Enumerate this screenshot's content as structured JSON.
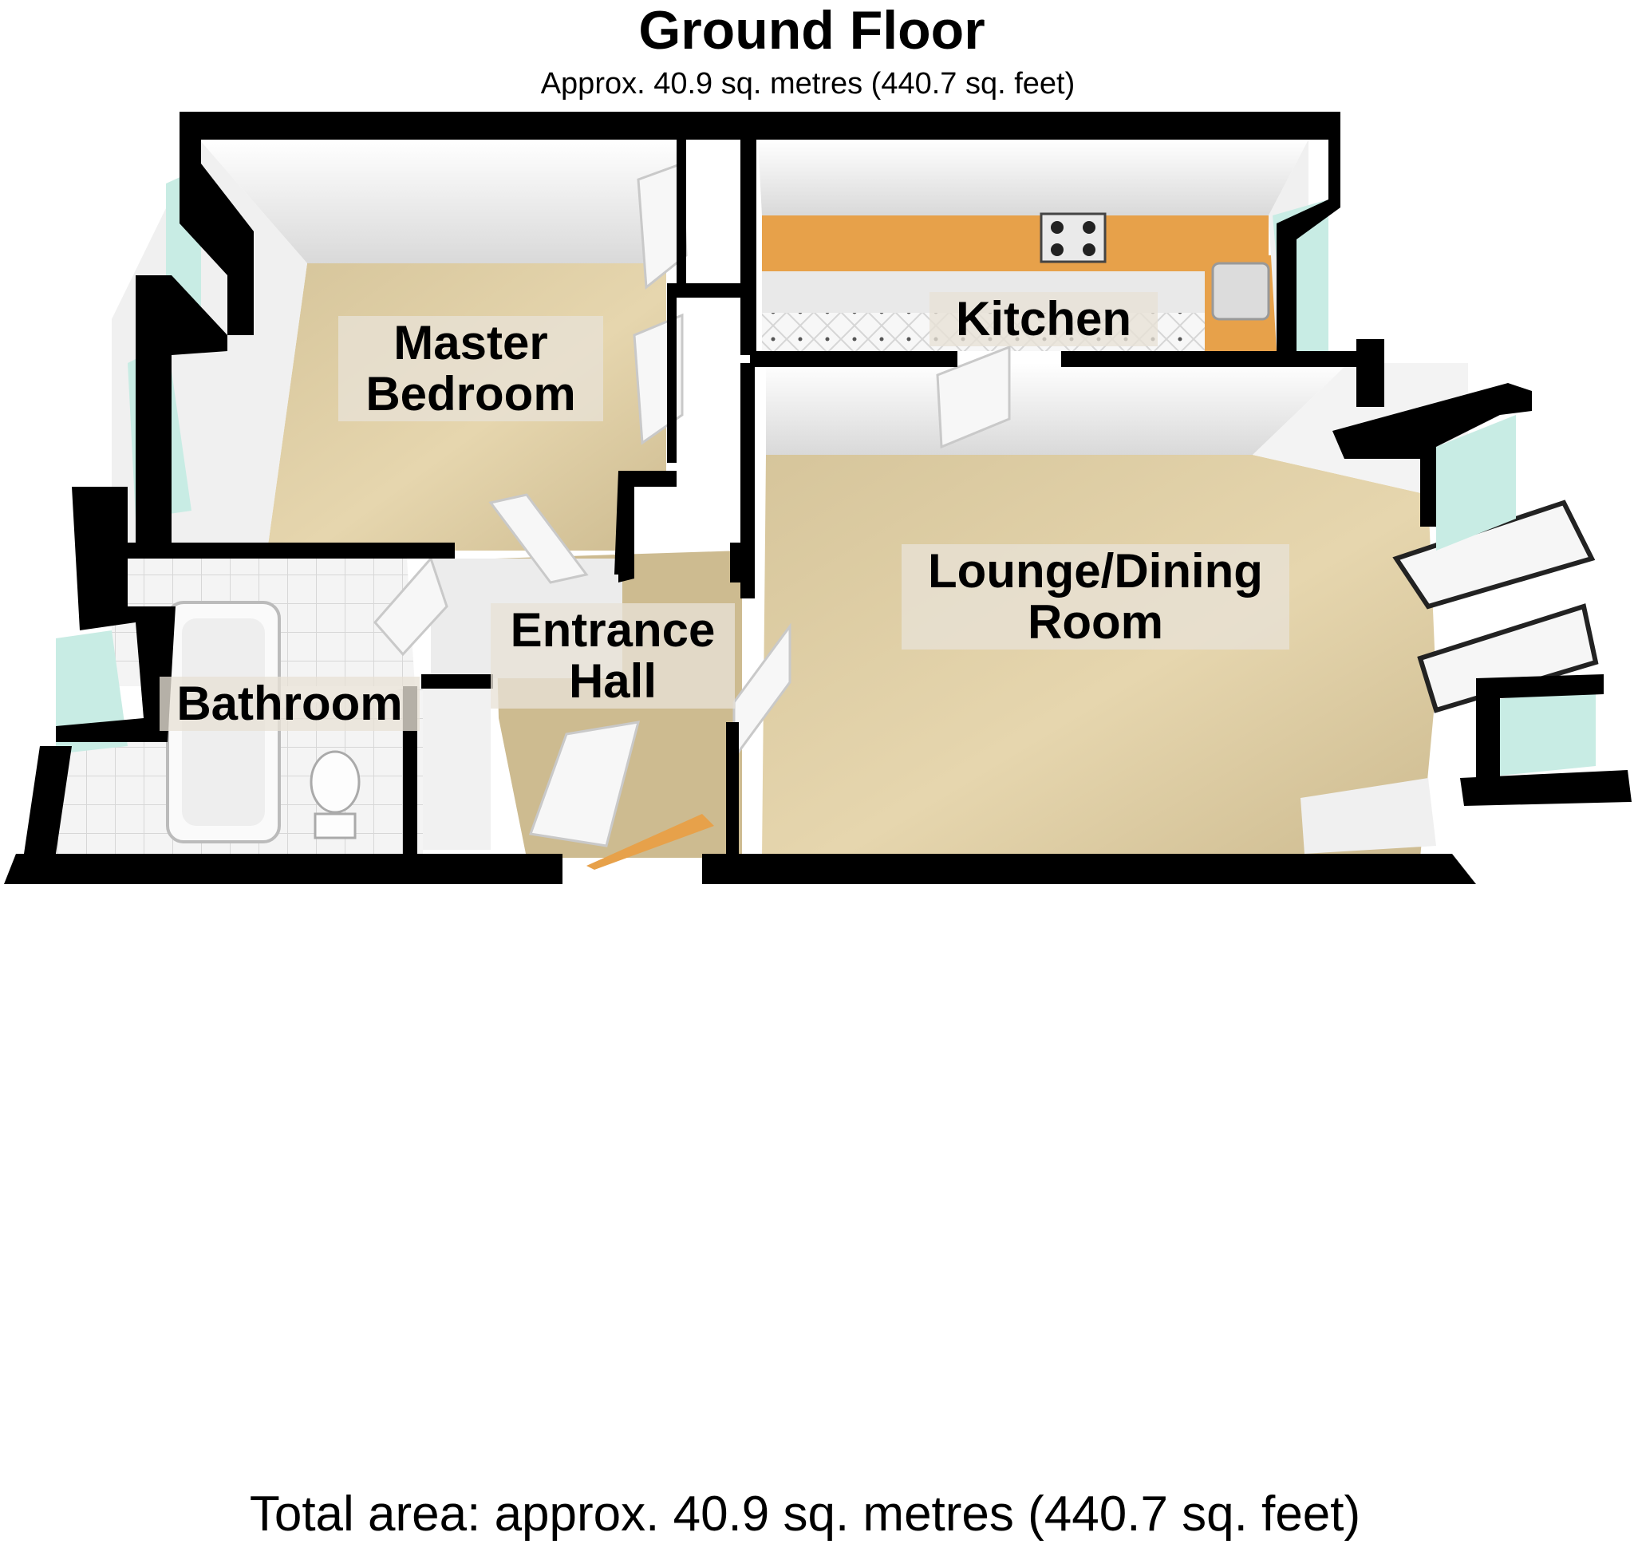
{
  "floor": {
    "title": "Ground Floor",
    "subtitle": "Approx. 40.9 sq. metres (440.7 sq. feet)"
  },
  "rooms": {
    "master_bedroom": "Master Bedroom",
    "kitchen": "Kitchen",
    "lounge_dining": "Lounge/Dining Room",
    "entrance_hall": "Entrance Hall",
    "bathroom": "Bathroom"
  },
  "footer": {
    "total_area": "Total area: approx. 40.9 sq. metres (440.7 sq. feet)"
  },
  "colors": {
    "wall": "#000000",
    "wall_face": "#f2f2f2",
    "carpet": "#d9c9a1",
    "worktop": "#e7a14a",
    "window_glass": "#c8ece4",
    "tiles": "#ebebeb"
  }
}
